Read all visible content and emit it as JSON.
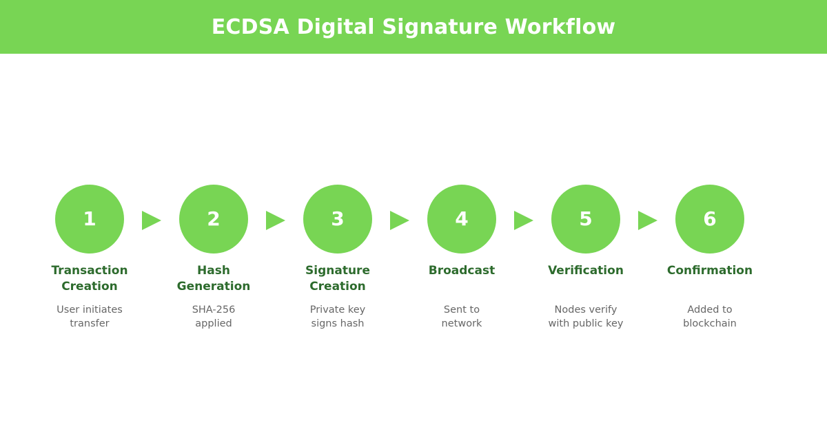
{
  "header": {
    "title": "ECDSA Digital Signature Workflow",
    "background_color": "#78d554",
    "title_color": "#ffffff"
  },
  "colors": {
    "accent_green": "#78d554",
    "label_green": "#2d6b2d",
    "description_gray": "#666666",
    "page_background": "#ffffff"
  },
  "workflow": {
    "arrow_icon": "triangle-right-icon",
    "steps": [
      {
        "number": "1",
        "label": "Transaction\nCreation",
        "description": "User initiates\ntransfer"
      },
      {
        "number": "2",
        "label": "Hash\nGeneration",
        "description": "SHA-256\napplied"
      },
      {
        "number": "3",
        "label": "Signature\nCreation",
        "description": "Private key\nsigns hash"
      },
      {
        "number": "4",
        "label": "Broadcast",
        "description": "Sent to\nnetwork"
      },
      {
        "number": "5",
        "label": "Verification",
        "description": "Nodes verify\nwith public key"
      },
      {
        "number": "6",
        "label": "Confirmation",
        "description": "Added to\nblockchain"
      }
    ]
  }
}
